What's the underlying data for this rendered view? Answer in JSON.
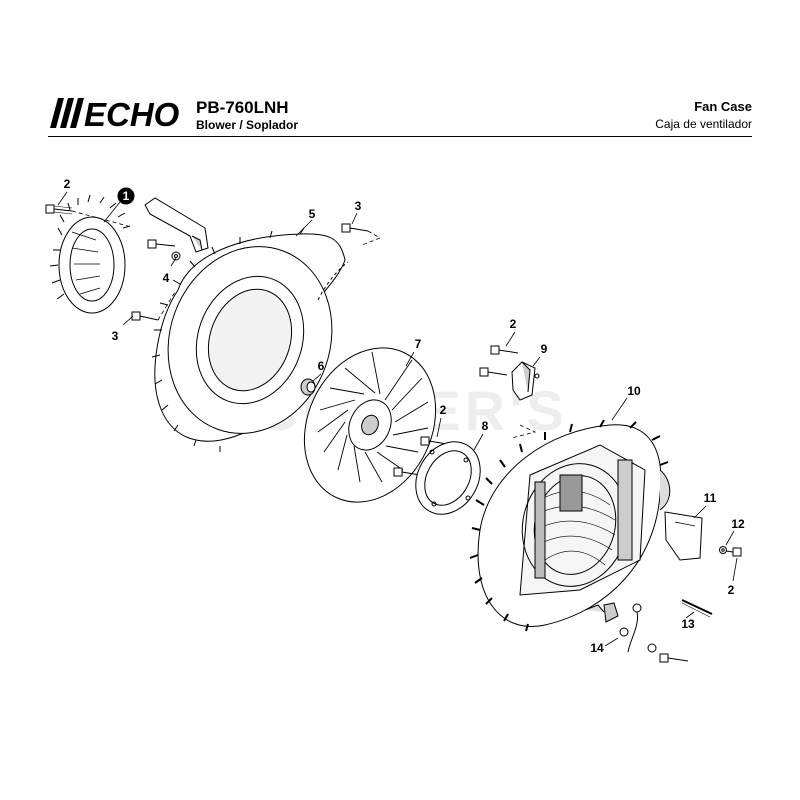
{
  "header": {
    "brand": "ECHO",
    "model": "PB-760LNH",
    "subtitle": "Blower / Soplador",
    "title": "Fan Case",
    "title_es": "Caja de ventilador"
  },
  "watermark": "CUTTER'S",
  "callouts": {
    "c1": "1",
    "c2a": "2",
    "c2b": "2",
    "c2c": "2",
    "c2d": "2",
    "c3a": "3",
    "c3b": "3",
    "c4": "4",
    "c5": "5",
    "c6": "6",
    "c7": "7",
    "c8": "8",
    "c9": "9",
    "c10": "10",
    "c11": "11",
    "c12": "12",
    "c13": "13",
    "c14": "14"
  },
  "colors": {
    "brand": "#000000",
    "line": "#000000",
    "part_fill": "#ffffff",
    "shade": "#bfbfbf"
  }
}
